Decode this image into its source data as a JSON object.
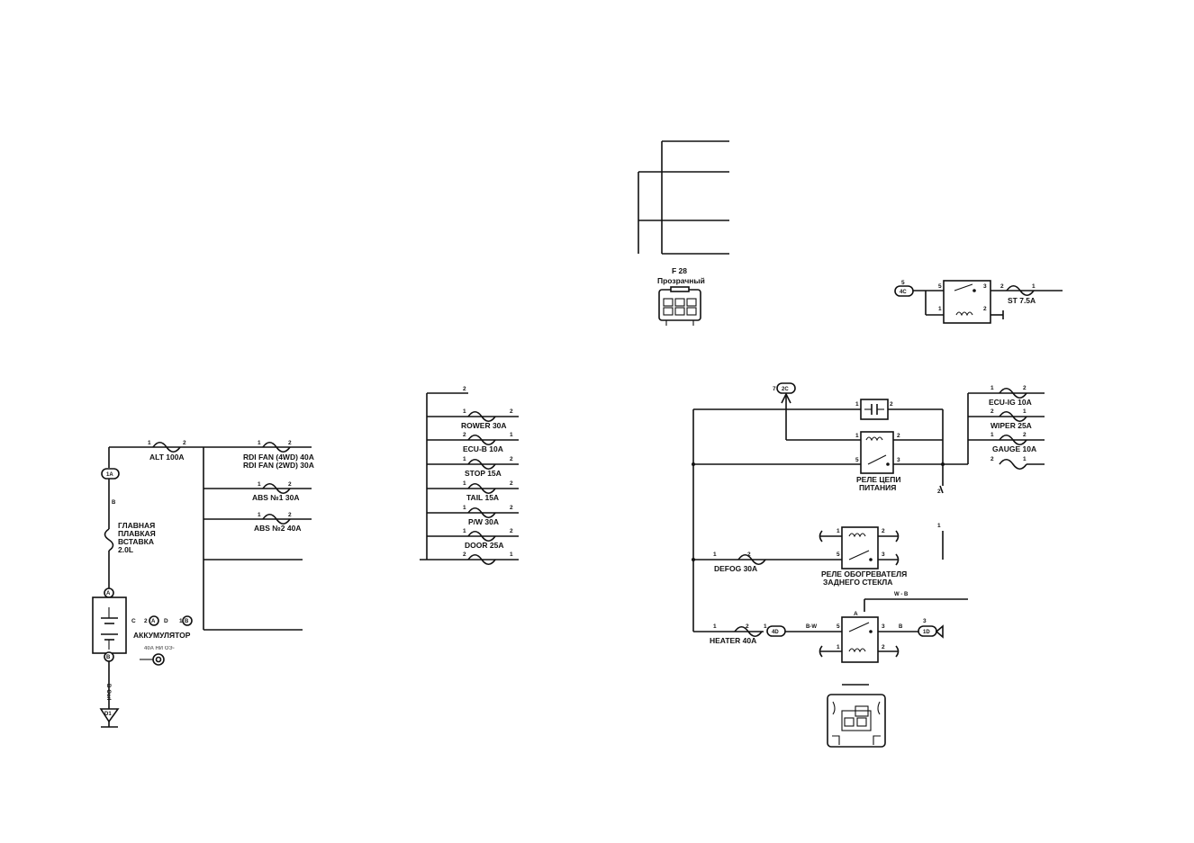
{
  "left": {
    "alt_fuse": "ALT 100A",
    "connector_1a": "1A",
    "wire_color_b": "B",
    "main_fusible_link": [
      "ГЛАВНАЯ",
      "ПЛАВКАЯ",
      "ВСТАВКА",
      "2.0L"
    ],
    "battery_label": "АККУМУЛЯТОР",
    "battery_pin_a": "A",
    "battery_pin_b": "B",
    "pin_c": "C",
    "pin_d": "D",
    "mirrored_label": "40A НИ ОЭ-",
    "ground_wire": "B-Ocrl",
    "ground_code": "D1",
    "rdi_fan_4wd": "RDI FAN (4WD) 40A",
    "rdi_fan_2wd": "RDI FAN (2WD) 30A",
    "abs1": "ABS №1 30A",
    "abs2": "ABS №2 40A"
  },
  "middle": {
    "top_pin": "2",
    "fuses": [
      "ROWER 30A",
      "ECU-B 10A",
      "STOP 15A",
      "TAIL 15A",
      "P/W 30A",
      "DOOR 25A"
    ]
  },
  "connector_f28": {
    "code": "F 28",
    "color": "Прозрачный"
  },
  "st_relay": {
    "connector": "4C",
    "fuse": "ST 7.5A"
  },
  "right": {
    "top_connector": "2C",
    "fuses_right": [
      "ECU-IG 10A",
      "WIPER 25A",
      "GAUGE 10A"
    ],
    "relay_power": [
      "РЕЛЕ ЦЕПИ",
      "ПИТАНИЯ"
    ],
    "defog_fuse": "DEFOG 30A",
    "relay_defog": [
      "РЕЛЕ ОБОГРЕВАТЕЛЯ",
      "ЗАДНЕГО СТЕКЛА"
    ],
    "heater_fuse": "HEATER 40A",
    "conn_4d": "4D",
    "conn_1d": "1D",
    "wire_bw": "B-W",
    "wire_b": "B",
    "wire_w_b": "W - B",
    "pin_a": "A"
  }
}
